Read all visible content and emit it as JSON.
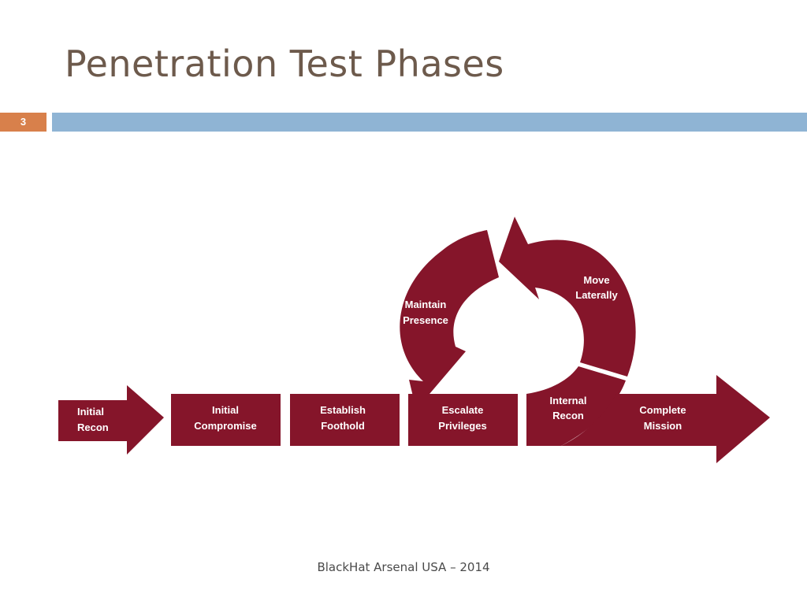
{
  "slide": {
    "title": "Penetration Test Phases",
    "number": "3",
    "footer": "BlackHat Arsenal USA – 2014"
  },
  "colors": {
    "shape": "#85152a",
    "title_text": "#6d5a4c",
    "number_badge": "#d8804b",
    "title_bar": "#8fb4d4"
  },
  "phases": {
    "initial_recon": {
      "line1": "Initial",
      "line2": "Recon"
    },
    "initial_compromise": {
      "line1": "Initial",
      "line2": "Compromise"
    },
    "establish_foothold": {
      "line1": "Establish",
      "line2": "Foothold"
    },
    "escalate_privileges": {
      "line1": "Escalate",
      "line2": "Privileges"
    },
    "internal_recon": {
      "line1": "Internal",
      "line2": "Recon"
    },
    "move_laterally": {
      "line1": "Move",
      "line2": "Laterally"
    },
    "maintain_presence": {
      "line1": "Maintain",
      "line2": "Presence"
    },
    "complete_mission": {
      "line1": "Complete",
      "line2": "Mission"
    }
  }
}
